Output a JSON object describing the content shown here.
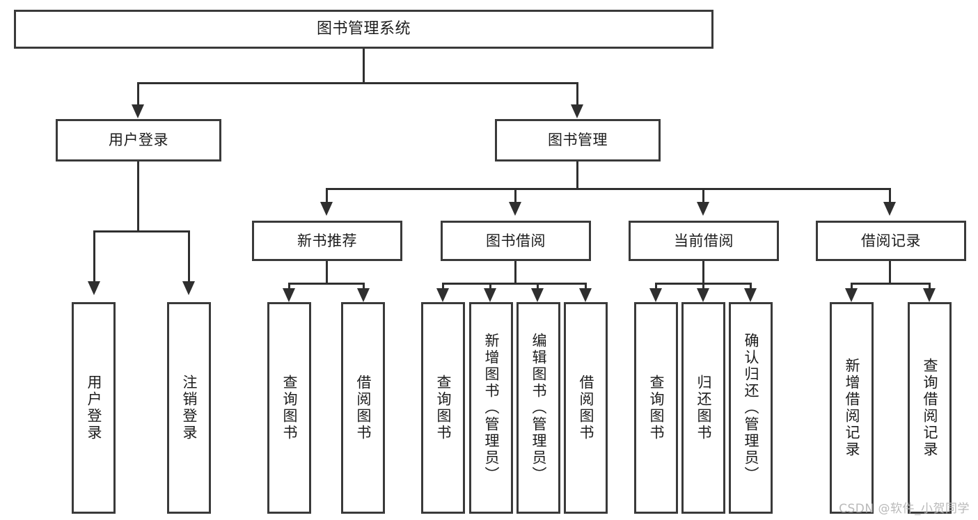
{
  "diagram": {
    "type": "tree-hierarchy",
    "title": "图书管理系统",
    "root": {
      "id": "root",
      "label": "图书管理系统"
    },
    "level2": [
      {
        "id": "user-login",
        "label": "用户登录"
      },
      {
        "id": "book-manage",
        "label": "图书管理"
      }
    ],
    "level3": [
      {
        "id": "new-book-rec",
        "label": "新书推荐",
        "parent": "book-manage"
      },
      {
        "id": "book-borrow",
        "label": "图书借阅",
        "parent": "book-manage"
      },
      {
        "id": "current-borrow",
        "label": "当前借阅",
        "parent": "book-manage"
      },
      {
        "id": "borrow-record",
        "label": "借阅记录",
        "parent": "book-manage"
      }
    ],
    "leaves": [
      {
        "id": "leaf-user-login",
        "label": "用户登录",
        "parent": "user-login"
      },
      {
        "id": "leaf-logout",
        "label": "注销登录",
        "parent": "user-login"
      },
      {
        "id": "leaf-query-book-1",
        "label": "查询图书",
        "parent": "new-book-rec"
      },
      {
        "id": "leaf-borrow-book-1",
        "label": "借阅图书",
        "parent": "new-book-rec"
      },
      {
        "id": "leaf-query-book-2",
        "label": "查询图书",
        "parent": "book-borrow"
      },
      {
        "id": "leaf-add-book",
        "label": "新增图书（管理员）",
        "parent": "book-borrow"
      },
      {
        "id": "leaf-edit-book",
        "label": "编辑图书（管理员）",
        "parent": "book-borrow"
      },
      {
        "id": "leaf-borrow-book-2",
        "label": "借阅图书",
        "parent": "book-borrow"
      },
      {
        "id": "leaf-query-book-3",
        "label": "查询图书",
        "parent": "current-borrow"
      },
      {
        "id": "leaf-return-book",
        "label": "归还图书",
        "parent": "current-borrow"
      },
      {
        "id": "leaf-confirm-return",
        "label": "确认归还（管理员）",
        "parent": "current-borrow"
      },
      {
        "id": "leaf-add-record",
        "label": "新增借阅记录",
        "parent": "borrow-record"
      },
      {
        "id": "leaf-query-record",
        "label": "查询借阅记录",
        "parent": "borrow-record"
      }
    ],
    "colors": {
      "border": "#3a3a3a",
      "connector": "#2f2f2f",
      "background": "#ffffff",
      "text": "#1c1c1c",
      "watermark": "#b9b9b9"
    }
  },
  "watermark": {
    "text": "CSDN @软件_小贺同学"
  }
}
